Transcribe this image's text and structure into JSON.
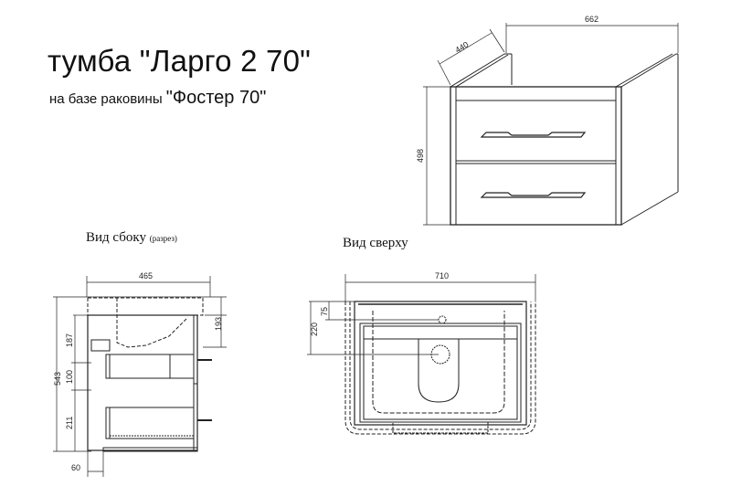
{
  "title": "тумба \"Ларго 2 70\"",
  "subtitle": {
    "prefix": "на базе раковины",
    "name": "\"Фостер 70\""
  },
  "views": {
    "side": {
      "label": "Вид сбоку",
      "note": "(разрез)"
    },
    "top": {
      "label": "Вид сверху"
    }
  },
  "dimensions": {
    "iso_width": "662",
    "iso_depth": "440",
    "iso_height": "498",
    "side_depth": "465",
    "side_sink_height": "193",
    "side_total_height": "543",
    "side_upper": "187",
    "side_middle": "100",
    "side_lower": "211",
    "side_offset": "60",
    "top_width": "710",
    "top_depth": "220",
    "top_front": "75"
  },
  "colors": {
    "line": "#222222",
    "background": "#ffffff"
  }
}
